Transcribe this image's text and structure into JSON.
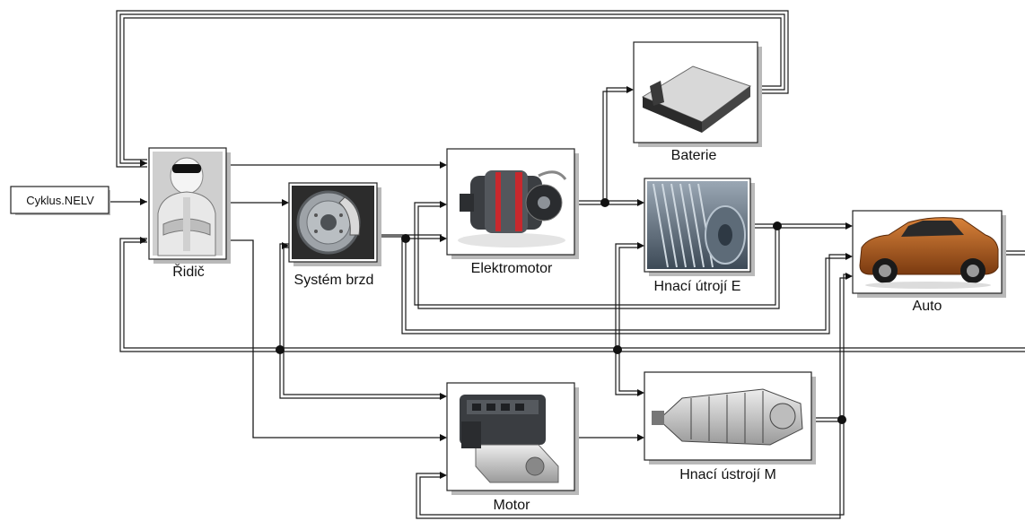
{
  "source": {
    "label": "Cyklus.NELV"
  },
  "blocks": {
    "ridic": {
      "label": "Řidič",
      "icon": "driver-stig-icon"
    },
    "brzdy": {
      "label": "Systém brzd",
      "icon": "brake-disc-icon"
    },
    "elektromotor": {
      "label": "Elektromotor",
      "icon": "electric-motor-icon"
    },
    "baterie": {
      "label": "Baterie",
      "icon": "battery-pack-icon"
    },
    "hnaci_e": {
      "label": "Hnací útrojí E",
      "icon": "gearbox-gears-icon"
    },
    "auto": {
      "label": "Auto",
      "icon": "suv-car-icon"
    },
    "motor": {
      "label": "Motor",
      "icon": "combustion-engine-icon"
    },
    "hnaci_m": {
      "label": "Hnací ústrojí M",
      "icon": "transmission-icon"
    }
  },
  "colors": {
    "car": "#b8621f",
    "battery_accent": "#d83a2a",
    "motor_accent": "#c8282d"
  }
}
